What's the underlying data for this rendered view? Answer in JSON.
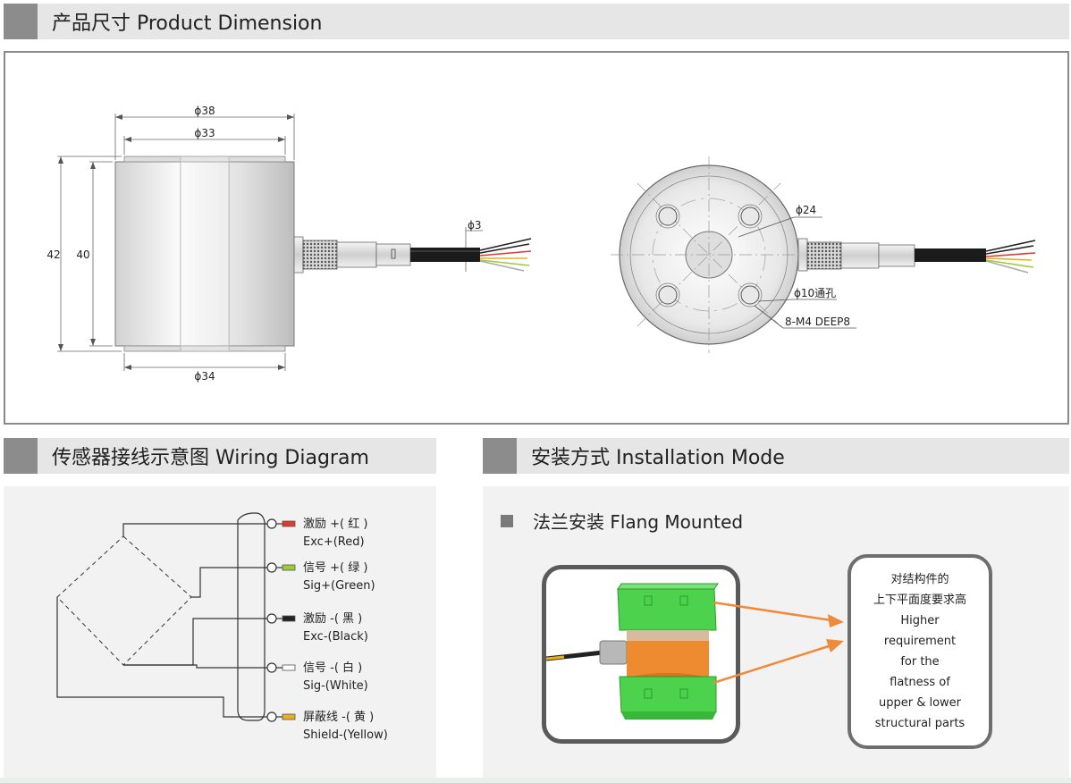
{
  "sections": {
    "dimension_title": "产品尺寸 Product Dimension",
    "wiring_title": "传感器接线示意图  Wiring Diagram",
    "installation_title": "安装方式 Installation Mode"
  },
  "dimensions": {
    "d38": "ϕ38",
    "d33": "ϕ33",
    "d34": "ϕ34",
    "h42": "42",
    "h40": "40",
    "d3": "ϕ3",
    "d24": "ϕ24",
    "d10_hole": "ϕ10通孔",
    "thread": "8-M4 DEEP8"
  },
  "wiring": {
    "wires": [
      {
        "cn": "激励 +( 红 )",
        "en": "Exc+(Red)",
        "color": "#e03a2e"
      },
      {
        "cn": "信号 +( 绿 )",
        "en": "Sig+(Green)",
        "color": "#9ccc3c"
      },
      {
        "cn": "激励 -( 黑 )",
        "en": "Exc-(Black)",
        "color": "#222222"
      },
      {
        "cn": "信号 -( 白 )",
        "en": "Sig-(White)",
        "color": "#ffffff"
      },
      {
        "cn": "屏蔽线 -( 黄 )",
        "en": "Shield-(Yellow)",
        "color": "#e8b020"
      }
    ]
  },
  "installation": {
    "mode": "法兰安装 Flang Mounted",
    "note_lines": [
      "对结构件的",
      "上下平面度要求高",
      "Higher",
      "requirement",
      "for the",
      "flatness of",
      "upper & lower",
      "structural parts"
    ]
  },
  "colors": {
    "arrow": "#f08a3a",
    "block_green": "#4cd24c",
    "sensor_orange": "#ee8a30"
  }
}
